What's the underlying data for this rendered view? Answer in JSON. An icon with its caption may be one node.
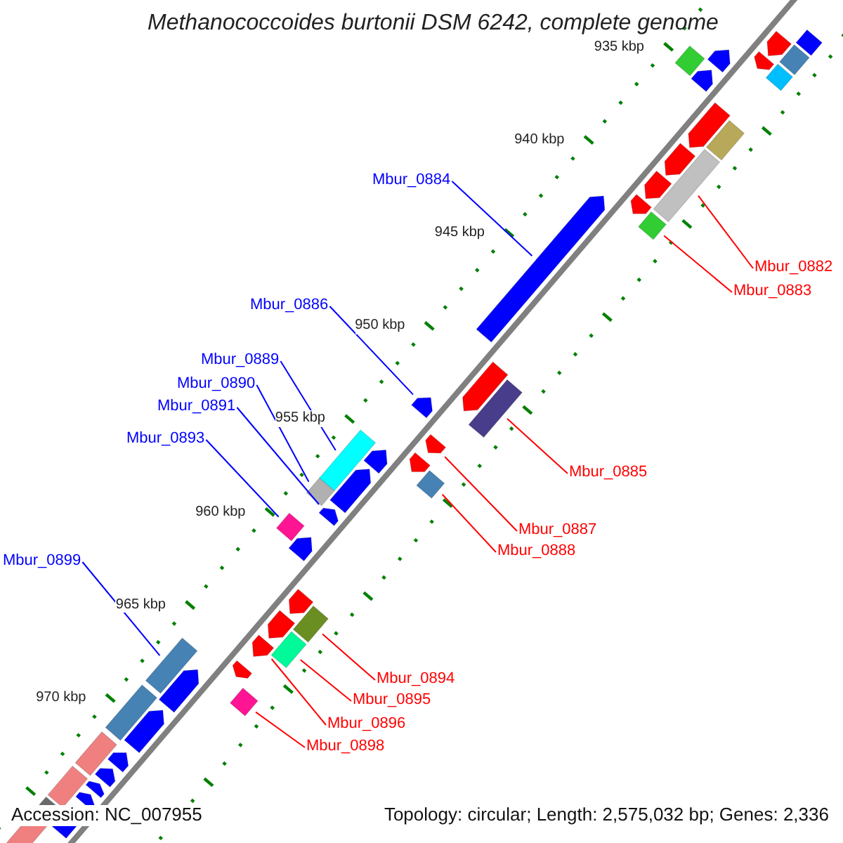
{
  "diagram": {
    "title": "Methanococcoides burtonii DSM 6242, complete genome",
    "nodes": [
      {
        "text": [
          "Mbur_0884"
        ]
      },
      {
        "text": [],
        "shape": "arrow"
      },
      {
        "text": [
          "Mbur_0882"
        ]
      },
      {
        "text": [],
        "shape": "box"
      },
      {
        "text": [
          "Mbur_0883"
        ]
      },
      {
        "text": [],
        "shape": "diamond"
      },
      {
        "text": [
          "Mbur_0886"
        ]
      },
      {
        "text": [],
        "shape": "arrow"
      },
      {
        "text": [
          "Mbur_0889"
        ]
      },
      {
        "text": [],
        "shape": "box"
      },
      {
        "text": [
          "Mbur_0890"
        ]
      },
      {
        "text": [],
        "shape": "diamond"
      },
      {
        "text": [
          "Mbur_0891"
        ]
      },
      {
        "text": [],
        "shape": "arrow"
      },
      {
        "text": [
          "Mbur_0893"
        ]
      },
      {
        "text": [],
        "shape": "diamond"
      },
      {
        "text": [
          "Mbur_0885"
        ]
      },
      {
        "text": [],
        "shape": "box"
      },
      {
        "text": [
          "Mbur_0887"
        ]
      },
      {
        "text": [],
        "shape": "arrow"
      },
      {
        "text": [
          "Mbur_0888"
        ]
      },
      {
        "text": [],
        "shape": "diamond"
      },
      {
        "text": [
          "Mbur_0899"
        ]
      },
      {
        "text": [],
        "shape": "box"
      },
      {
        "text": [
          "Mbur_0894"
        ]
      },
      {
        "text": [],
        "shape": "box"
      },
      {
        "text": [
          "Mbur_0895"
        ]
      },
      {
        "text": [],
        "shape": "box"
      },
      {
        "text": [
          "Mbur_0896"
        ]
      },
      {
        "text": [],
        "shape": "arrow"
      },
      {
        "text": [
          "Mbur_0898"
        ]
      },
      {
        "text": [],
        "shape": "diamond"
      }
    ],
    "edges": [
      {
        "from": 0,
        "to": 1,
        "arrow": "none",
        "color": "#0000ff"
      },
      {
        "from": 2,
        "to": 3,
        "arrow": "none",
        "color": "#ff0000"
      },
      {
        "from": 4,
        "to": 5,
        "arrow": "none",
        "color": "#ff0000"
      },
      {
        "from": 6,
        "to": 7,
        "arrow": "none",
        "color": "#0000ff"
      },
      {
        "from": 8,
        "to": 9,
        "arrow": "none",
        "color": "#0000ff"
      },
      {
        "from": 10,
        "to": 11,
        "arrow": "none",
        "color": "#0000ff"
      },
      {
        "from": 12,
        "to": 13,
        "arrow": "none",
        "color": "#0000ff"
      },
      {
        "from": 14,
        "to": 15,
        "arrow": "none",
        "color": "#0000ff"
      },
      {
        "from": 16,
        "to": 17,
        "arrow": "none",
        "color": "#ff0000"
      },
      {
        "from": 18,
        "to": 19,
        "arrow": "none",
        "color": "#ff0000"
      },
      {
        "from": 20,
        "to": 21,
        "arrow": "none",
        "color": "#ff0000"
      },
      {
        "from": 22,
        "to": 23,
        "arrow": "none",
        "color": "#0000ff"
      },
      {
        "from": 24,
        "to": 25,
        "arrow": "none",
        "color": "#ff0000"
      },
      {
        "from": 26,
        "to": 27,
        "arrow": "none",
        "color": "#ff0000"
      },
      {
        "from": 28,
        "to": 29,
        "arrow": "none",
        "color": "#ff0000"
      },
      {
        "from": 30,
        "to": 31,
        "arrow": "none",
        "color": "#ff0000"
      }
    ],
    "labels": [
      "935 kbp",
      "940 kbp",
      "945 kbp",
      "950 kbp",
      "955 kbp",
      "960 kbp",
      "965 kbp",
      "970 kbp",
      "Accession: NC_007955",
      "Topology: circular; Length: 2,575,032 bp; Genes: 2,336"
    ]
  }
}
